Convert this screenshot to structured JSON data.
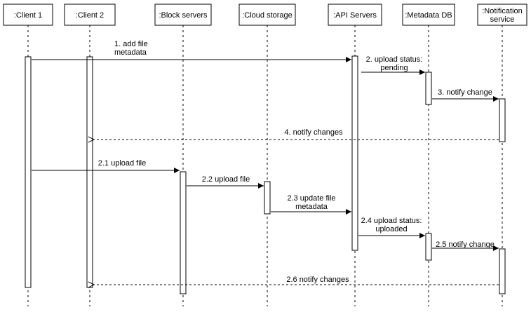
{
  "participants": [
    {
      "id": "client1",
      "lines": [
        ":Client 1"
      ]
    },
    {
      "id": "client2",
      "lines": [
        ":Client 2"
      ]
    },
    {
      "id": "block",
      "lines": [
        ":Block servers"
      ]
    },
    {
      "id": "cloud",
      "lines": [
        ":Cloud storage"
      ]
    },
    {
      "id": "api",
      "lines": [
        ":API Servers"
      ]
    },
    {
      "id": "metadb",
      "lines": [
        ":Metadata DB"
      ]
    },
    {
      "id": "notify",
      "lines": [
        ":Notification",
        "service"
      ]
    }
  ],
  "messages": [
    {
      "id": "m1",
      "from": "client1",
      "to": "api",
      "style": "sync",
      "lines": [
        "1. add file",
        "metadata"
      ]
    },
    {
      "id": "m2",
      "from": "api",
      "to": "metadb",
      "style": "sync",
      "lines": [
        "2. upload status:",
        "pending"
      ]
    },
    {
      "id": "m3",
      "from": "metadb",
      "to": "notify",
      "style": "sync",
      "lines": [
        "3. notify change"
      ]
    },
    {
      "id": "m4",
      "from": "notify",
      "to": "client2",
      "style": "return",
      "lines": [
        "4. notify changes"
      ]
    },
    {
      "id": "m5",
      "from": "client1",
      "to": "block",
      "style": "sync",
      "lines": [
        "2.1 upload file"
      ]
    },
    {
      "id": "m6",
      "from": "block",
      "to": "cloud",
      "style": "sync",
      "lines": [
        "2.2 upload file"
      ]
    },
    {
      "id": "m7",
      "from": "cloud",
      "to": "api",
      "style": "sync",
      "lines": [
        "2.3 update file",
        "metadata"
      ]
    },
    {
      "id": "m8",
      "from": "api",
      "to": "metadb",
      "style": "sync",
      "lines": [
        "2.4 upload status:",
        "uploaded"
      ]
    },
    {
      "id": "m9",
      "from": "metadb",
      "to": "notify",
      "style": "sync",
      "lines": [
        "2.5 notify change"
      ]
    },
    {
      "id": "m10",
      "from": "notify",
      "to": "client2",
      "style": "return",
      "lines": [
        "2.6 notify changes"
      ]
    }
  ]
}
